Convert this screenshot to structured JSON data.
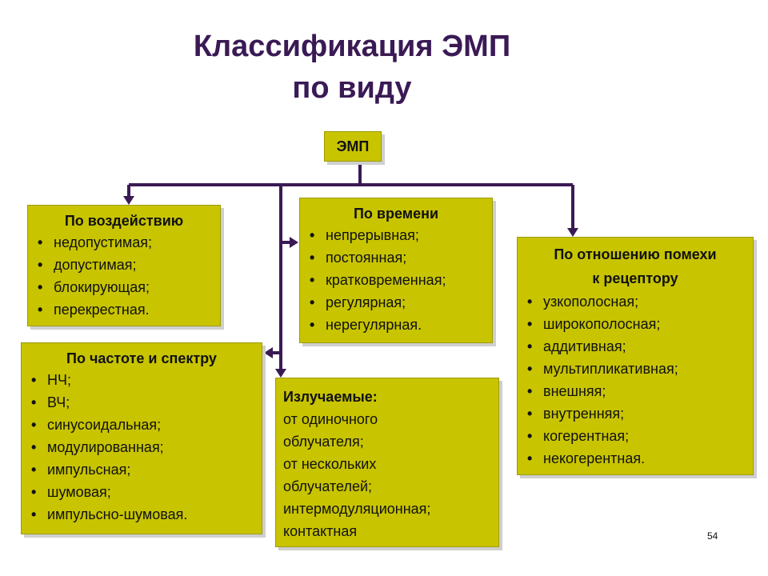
{
  "title": {
    "line1": "Классификация ЭМП",
    "line2": "по виду"
  },
  "root": "ЭМП",
  "impact": {
    "header": "По воздействию",
    "items": [
      "недопустимая;",
      "допустимая;",
      "блокирующая;",
      "перекрестная."
    ]
  },
  "time": {
    "header": "По времени",
    "items": [
      "непрерывная;",
      "постоянная;",
      "кратковременная;",
      "регулярная;",
      "нерегулярная."
    ]
  },
  "receptor": {
    "header_line1": "По отношению помехи",
    "header_line2": "к рецептору",
    "items": [
      "узкополосная;",
      "широкополосная;",
      "аддитивная;",
      "мультипликативная;",
      "внешняя;",
      "внутренняя;",
      "когерентная;",
      "некогерентная."
    ]
  },
  "frequency": {
    "header": "По частоте и спектру",
    "items": [
      "НЧ;",
      "ВЧ;",
      "синусоидальная;",
      "модулированная;",
      "импульсная;",
      "шумовая;",
      "импульсно-шумовая."
    ]
  },
  "radiated": {
    "header": "Излучаемые:",
    "lines": [
      "от одиночного",
      "облучателя;",
      "от нескольких",
      "облучателей;",
      "интермодуляционная;",
      "контактная"
    ]
  },
  "page_number": "54",
  "colors": {
    "box": "#c8c400",
    "lines": "#3a1a55",
    "title": "#3a1a55"
  }
}
